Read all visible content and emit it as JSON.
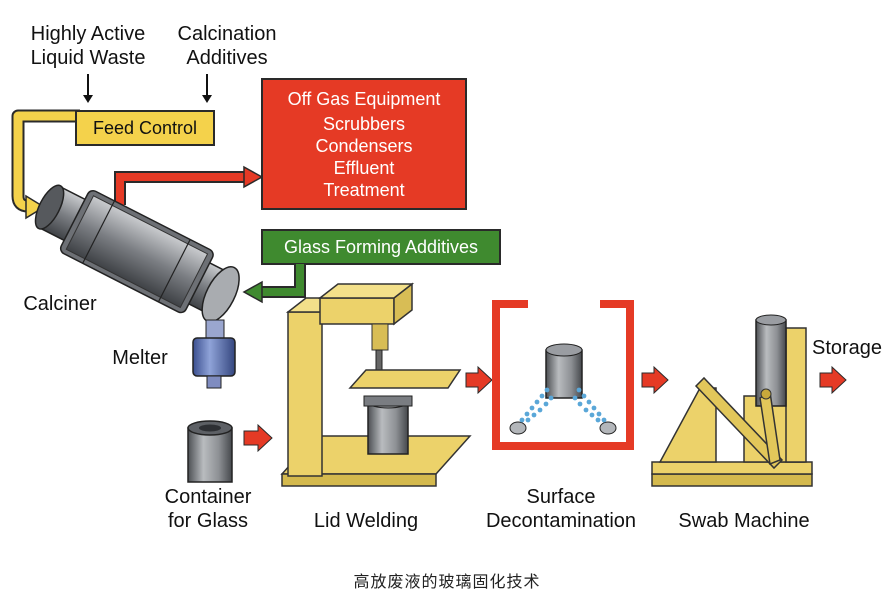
{
  "inputs": {
    "waste_line1": "Highly Active",
    "waste_line2": "Liquid Waste",
    "additives_line1": "Calcination",
    "additives_line2": "Additives"
  },
  "feed_control": "Feed Control",
  "off_gas": {
    "title": "Off Gas Equipment",
    "items": [
      "Scrubbers",
      "Condensers",
      "Effluent",
      "Treatment"
    ]
  },
  "glass_forming": "Glass Forming Additives",
  "stages": {
    "calciner": "Calciner",
    "melter": "Melter",
    "container_line1": "Container",
    "container_line2": "for Glass",
    "lid_welding": "Lid Welding",
    "surface_line1": "Surface",
    "surface_line2": "Decontamination",
    "swab": "Swab Machine",
    "storage": "Storage"
  },
  "caption": "高放废液的玻璃固化技术",
  "colors": {
    "red": "#e53a25",
    "yellow": "#f4d24b",
    "green": "#3f8a2f",
    "machine_yellow": "#ecd26a",
    "steel": "#8a8d92",
    "spray": "#5aa7d8"
  }
}
